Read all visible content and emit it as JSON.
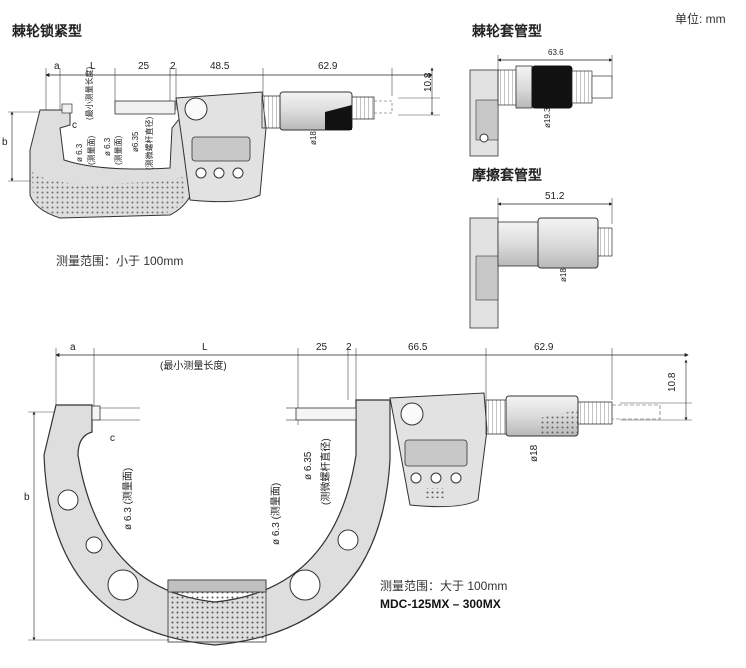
{
  "unit_label": "单位: mm",
  "sections": {
    "ratchet_lock": {
      "title": "棘轮锁紧型",
      "dims": {
        "a": "a",
        "L": "L",
        "d25": "25",
        "d2": "2",
        "d48_5": "48.5",
        "d62_9": "62.9",
        "d10_8": "10.8",
        "b": "b",
        "c": "c",
        "min_len": "(最小测量长度)",
        "phi_face1": "ø 6.3",
        "face1": "(测量面)",
        "phi_face2": "ø 6.3",
        "face2": "(测量面)",
        "phi_spindle": "ø6.35",
        "spindle": "(测微螺杆直径)",
        "phi_thimble": "ø18"
      },
      "range": "测量范围：小于 100mm"
    },
    "ratchet_thimble": {
      "title": "棘轮套管型",
      "dims": {
        "len": "63.6",
        "phi": "ø19.3"
      }
    },
    "friction_thimble": {
      "title": "摩擦套管型",
      "dims": {
        "len": "51.2",
        "phi": "ø18"
      }
    },
    "large": {
      "dims": {
        "a": "a",
        "L": "L",
        "min_len": "(最小测量长度)",
        "d25": "25",
        "d2": "2",
        "d66_5": "66.5",
        "d62_9": "62.9",
        "d10_8": "10.8",
        "c": "c",
        "b": "b",
        "phi_face1": "ø 6.3 (测量面)",
        "phi_face2": "ø 6.3 (测量面)",
        "phi_spindle": "ø 6.35",
        "spindle": "(测微螺杆直径)",
        "phi_thimble": "ø18"
      },
      "range": "测量范围：大于 100mm",
      "model": "MDC-125MX – 300MX"
    }
  },
  "colors": {
    "line": "#222222",
    "body": "#e4e4e4",
    "body_dark": "#bcbcbc",
    "lcd": "#c9c9c9",
    "knurl": "#111111"
  }
}
